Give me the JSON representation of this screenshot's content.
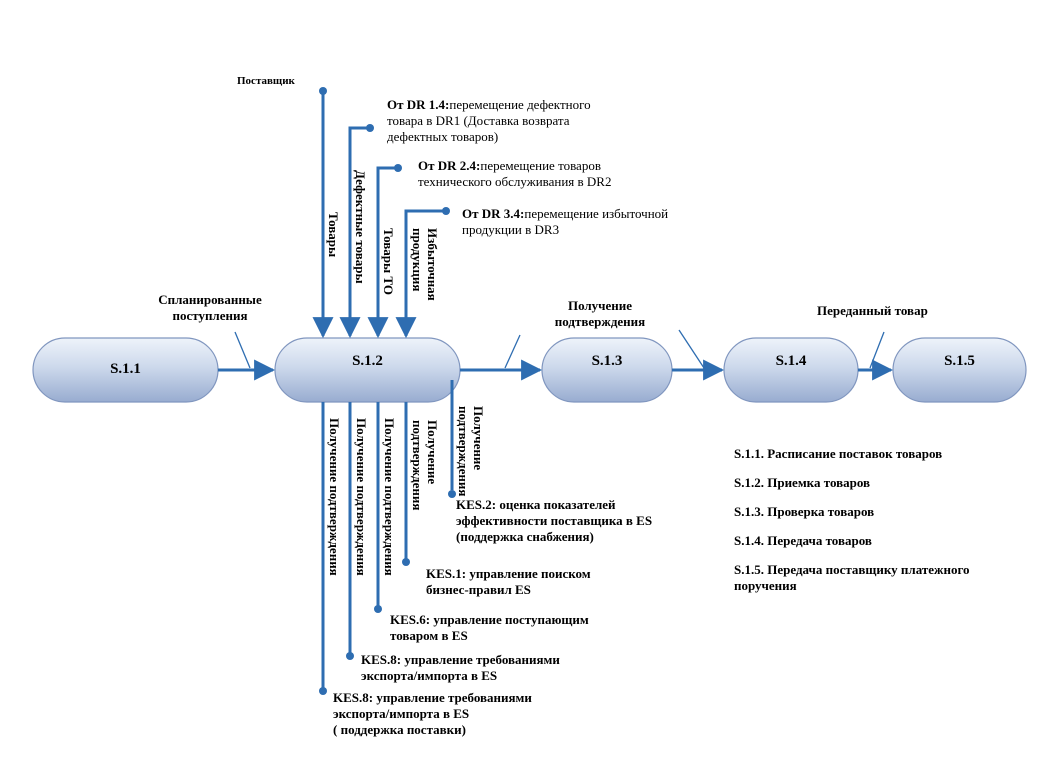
{
  "colors": {
    "line": "#2e6db1",
    "node_top": "#e4ecf7",
    "node_bottom": "#aabbd8",
    "node_stroke": "#7d93bd"
  },
  "nodes": [
    "S.1.1",
    "S.1.2",
    "S.1.3",
    "S.1.4",
    "S.1.5"
  ],
  "supplier": "Поставщик",
  "planned": [
    "Спланированные",
    "поступления"
  ],
  "confirm_top": [
    "Получение",
    "подтверждения"
  ],
  "transferred": "Переданный товар",
  "inputs": {
    "goods": "Товары",
    "defect_goods": "Дефектные товары",
    "to_goods": "Товары ТО",
    "surplus": [
      "Избыточная",
      "продукция"
    ]
  },
  "sources": {
    "dr14": {
      "bold": "От DR 1.4:",
      "text": "перемещение дефектного",
      "lines": [
        "товара в DR1 (Доставка возврата",
        "дефектных товаров)"
      ]
    },
    "dr24": {
      "bold": "От DR 2.4:",
      "text": "перемещение товаров",
      "lines": [
        "технического обслуживания в DR2"
      ]
    },
    "dr34": {
      "bold": "От DR 3.4:",
      "text": "перемещение избыточной",
      "lines": [
        "продукции в DR3"
      ]
    }
  },
  "outputs": {
    "c1": "Получение подтверждения",
    "c2": "Получение подтверждения",
    "c3": "Получение подтверждения",
    "c4": [
      "Получение",
      "подтверждения"
    ],
    "c5": [
      "Получение",
      "подтверждения"
    ]
  },
  "kes": {
    "kes2": [
      "KES.2: оценка показателей",
      "эффективности поставщика в ES",
      "(поддержка снабжения)"
    ],
    "kes1": [
      "KES.1: управление поиском",
      "бизнес-правил ES"
    ],
    "kes6": [
      "KES.6: управление поступающим",
      "товаром в ES"
    ],
    "kes8a": [
      "KES.8: управление требованиями",
      "экспорта/импорта в ES"
    ],
    "kes8b": [
      "KES.8: управление требованиями",
      "экспорта/импорта в ES",
      "( поддержка поставки)"
    ]
  },
  "legend": [
    "S.1.1. Расписание поставок товаров",
    "S.1.2. Приемка товаров",
    "S.1.3. Проверка товаров",
    "S.1.4.  Передача товаров",
    "S.1.5. Передача поставщику платежного поручения"
  ],
  "legend_last_wrap": [
    "S.1.5. Передача поставщику платежного",
    "поручения"
  ]
}
